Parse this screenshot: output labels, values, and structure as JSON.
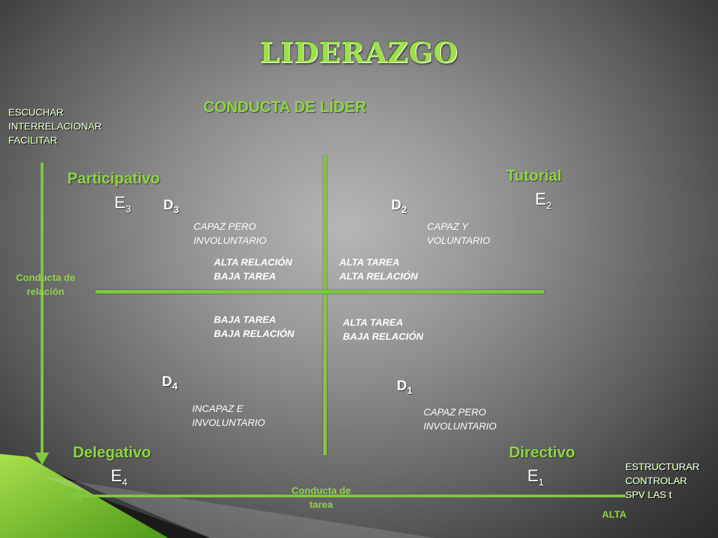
{
  "title": "LIDERAZGO",
  "subtitle": "CONDUCTA DE LÍDER",
  "left_list": [
    "ESCUCHAR",
    "INTERRELACIONAR",
    "FACILITAR"
  ],
  "right_list": [
    "ESTRUCTURAR",
    "CONTROLAR",
    "SPV LAS  t"
  ],
  "axis": {
    "vertical": "Conducta de relación",
    "horizontal": "Conducta de tarea",
    "alta": "ALTA"
  },
  "quadrants": {
    "participativo": {
      "style": "Participativo",
      "e": "E",
      "e_sub": "3",
      "d": "D",
      "d_sub": "3",
      "desc": [
        "CAPAZ  PERO",
        "INVOLUNTARIO"
      ],
      "conduct": [
        "ALTA RELACIÓN",
        "BAJA TAREA"
      ]
    },
    "tutorial": {
      "style": "Tutorial",
      "e": "E",
      "e_sub": "2",
      "d": "D",
      "d_sub": "2",
      "desc": [
        "CAPAZ  Y",
        "VOLUNTARIO"
      ],
      "conduct": [
        "ALTA TAREA",
        "ALTA RELACIÓN"
      ]
    },
    "delegativo": {
      "style": "Delegativo",
      "e": "E",
      "e_sub": "4",
      "d": "D",
      "d_sub": "4",
      "desc": [
        "INCAPAZ E",
        "INVOLUNTARIO"
      ],
      "conduct": [
        "BAJA TAREA",
        "BAJA RELACIÓN"
      ]
    },
    "directivo": {
      "style": "Directivo",
      "e": "E",
      "e_sub": "1",
      "d": "D",
      "d_sub": "1",
      "desc": [
        "CAPAZ PERO",
        "INVOLUNTARIO"
      ],
      "conduct": [
        "ALTA TAREA",
        "BAJA RELACIÓN"
      ]
    }
  },
  "colors": {
    "accent": "#8fd545",
    "line": "#7ec83e"
  }
}
